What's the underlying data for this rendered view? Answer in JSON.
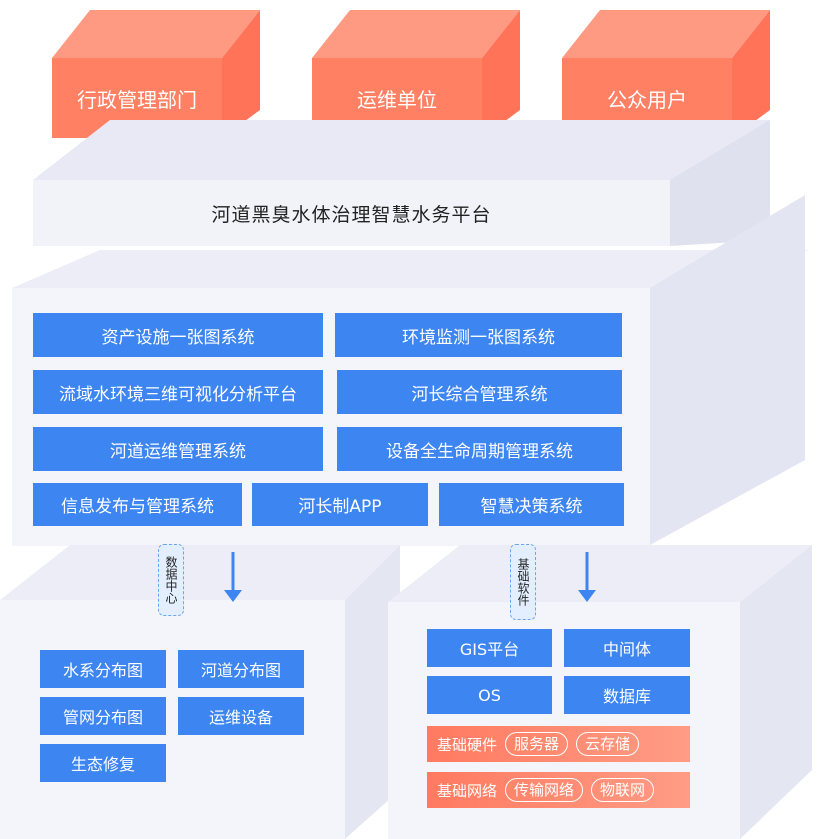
{
  "users": [
    "行政管理部门",
    "运维单位",
    "公众用户"
  ],
  "platform": {
    "title": "河道黑臭水体治理智慧水务平台"
  },
  "systems": [
    "资产设施一张图系统",
    "环境监测一张图系统",
    "流域水环境三维可视化分析平台",
    "河长综合管理系统",
    "河道运维管理系统",
    "设备全生命周期管理系统",
    "信息发布与管理系统",
    "河长制APP",
    "智慧决策系统"
  ],
  "data_center": {
    "tag": "数据中心",
    "items": [
      "水系分布图",
      "河道分布图",
      "管网分布图",
      "运维设备",
      "生态修复"
    ]
  },
  "base_software": {
    "tag": "基础软件",
    "items": [
      "GIS平台",
      "中间体",
      "OS",
      "数据库"
    ],
    "hardware": {
      "label": "基础硬件",
      "chips": [
        "服务器",
        "云存储"
      ]
    },
    "network": {
      "label": "基础网络",
      "chips": [
        "传输网络",
        "物联网"
      ]
    }
  },
  "colors": {
    "accent_blue": "#3d86f2",
    "orange": "#ff7a60",
    "platform_bg": "#f2f3f9"
  }
}
